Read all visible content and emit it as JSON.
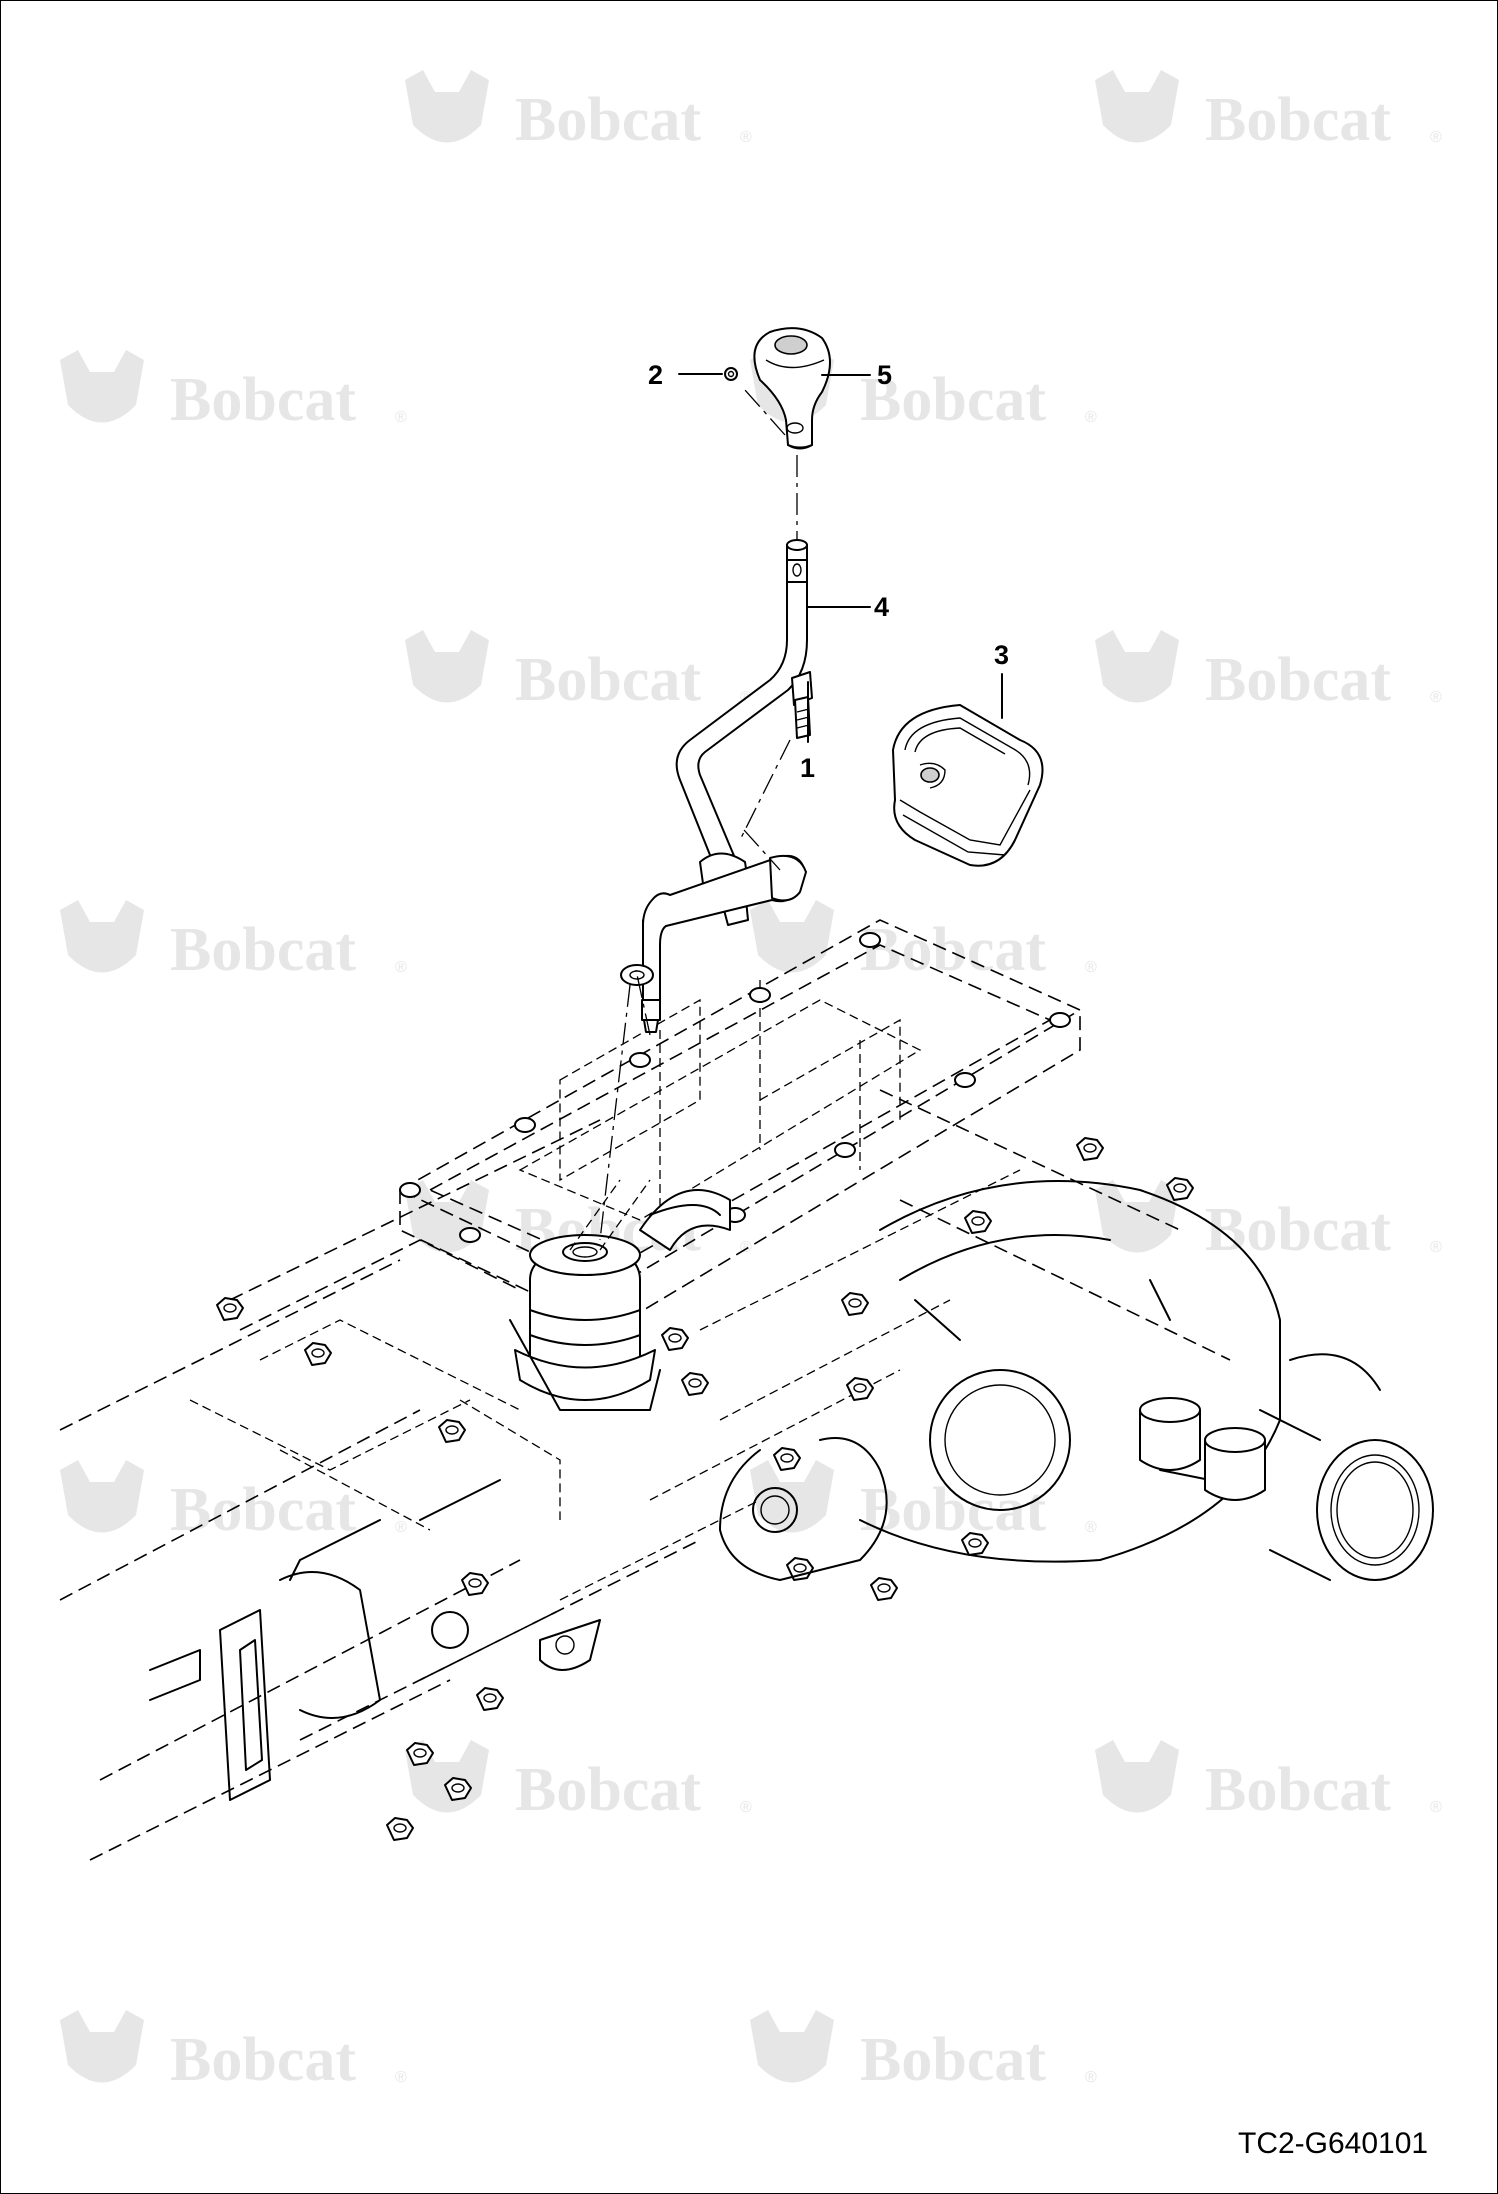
{
  "watermark": {
    "brand": "Bobcat",
    "mark": "®"
  },
  "callouts": [
    {
      "id": "callout-1",
      "label": "1"
    },
    {
      "id": "callout-2",
      "label": "2"
    },
    {
      "id": "callout-3",
      "label": "3"
    },
    {
      "id": "callout-4",
      "label": "4"
    },
    {
      "id": "callout-5",
      "label": "5"
    }
  ],
  "figure_code": "TC2-G640101",
  "colors": {
    "line": "#000000",
    "watermark": "#e6e6e6",
    "background": "#ffffff"
  }
}
